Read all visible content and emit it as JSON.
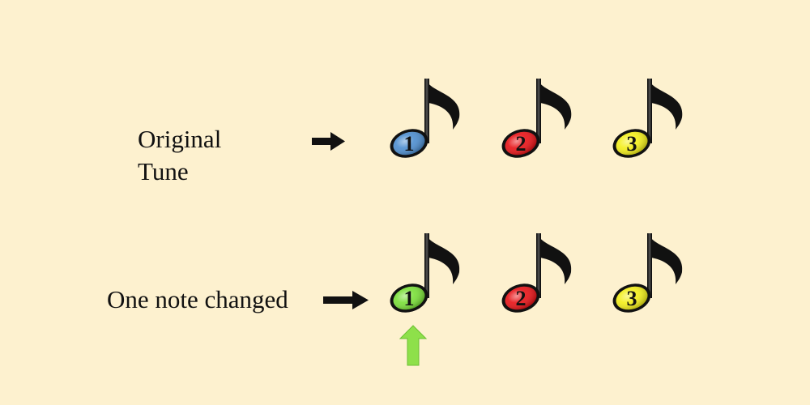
{
  "background_color": "#fdf1cf",
  "rows": [
    {
      "id": "original",
      "label_lines": [
        "Original",
        "Tune"
      ],
      "notes": [
        {
          "number": "1",
          "color": "#4f8fd0"
        },
        {
          "number": "2",
          "color": "#e8161a"
        },
        {
          "number": "3",
          "color": "#f3ef1c"
        }
      ]
    },
    {
      "id": "changed",
      "label_lines": [
        "One note changed"
      ],
      "notes": [
        {
          "number": "1",
          "color": "#7be03a"
        },
        {
          "number": "2",
          "color": "#e8161a"
        },
        {
          "number": "3",
          "color": "#f3ef1c"
        }
      ]
    }
  ],
  "icons": {
    "pointer_arrow": "right-arrow-icon",
    "change_marker": "up-arrow-icon",
    "change_marker_color": "#8ee04a",
    "note_symbol": "eighth-note-icon"
  }
}
